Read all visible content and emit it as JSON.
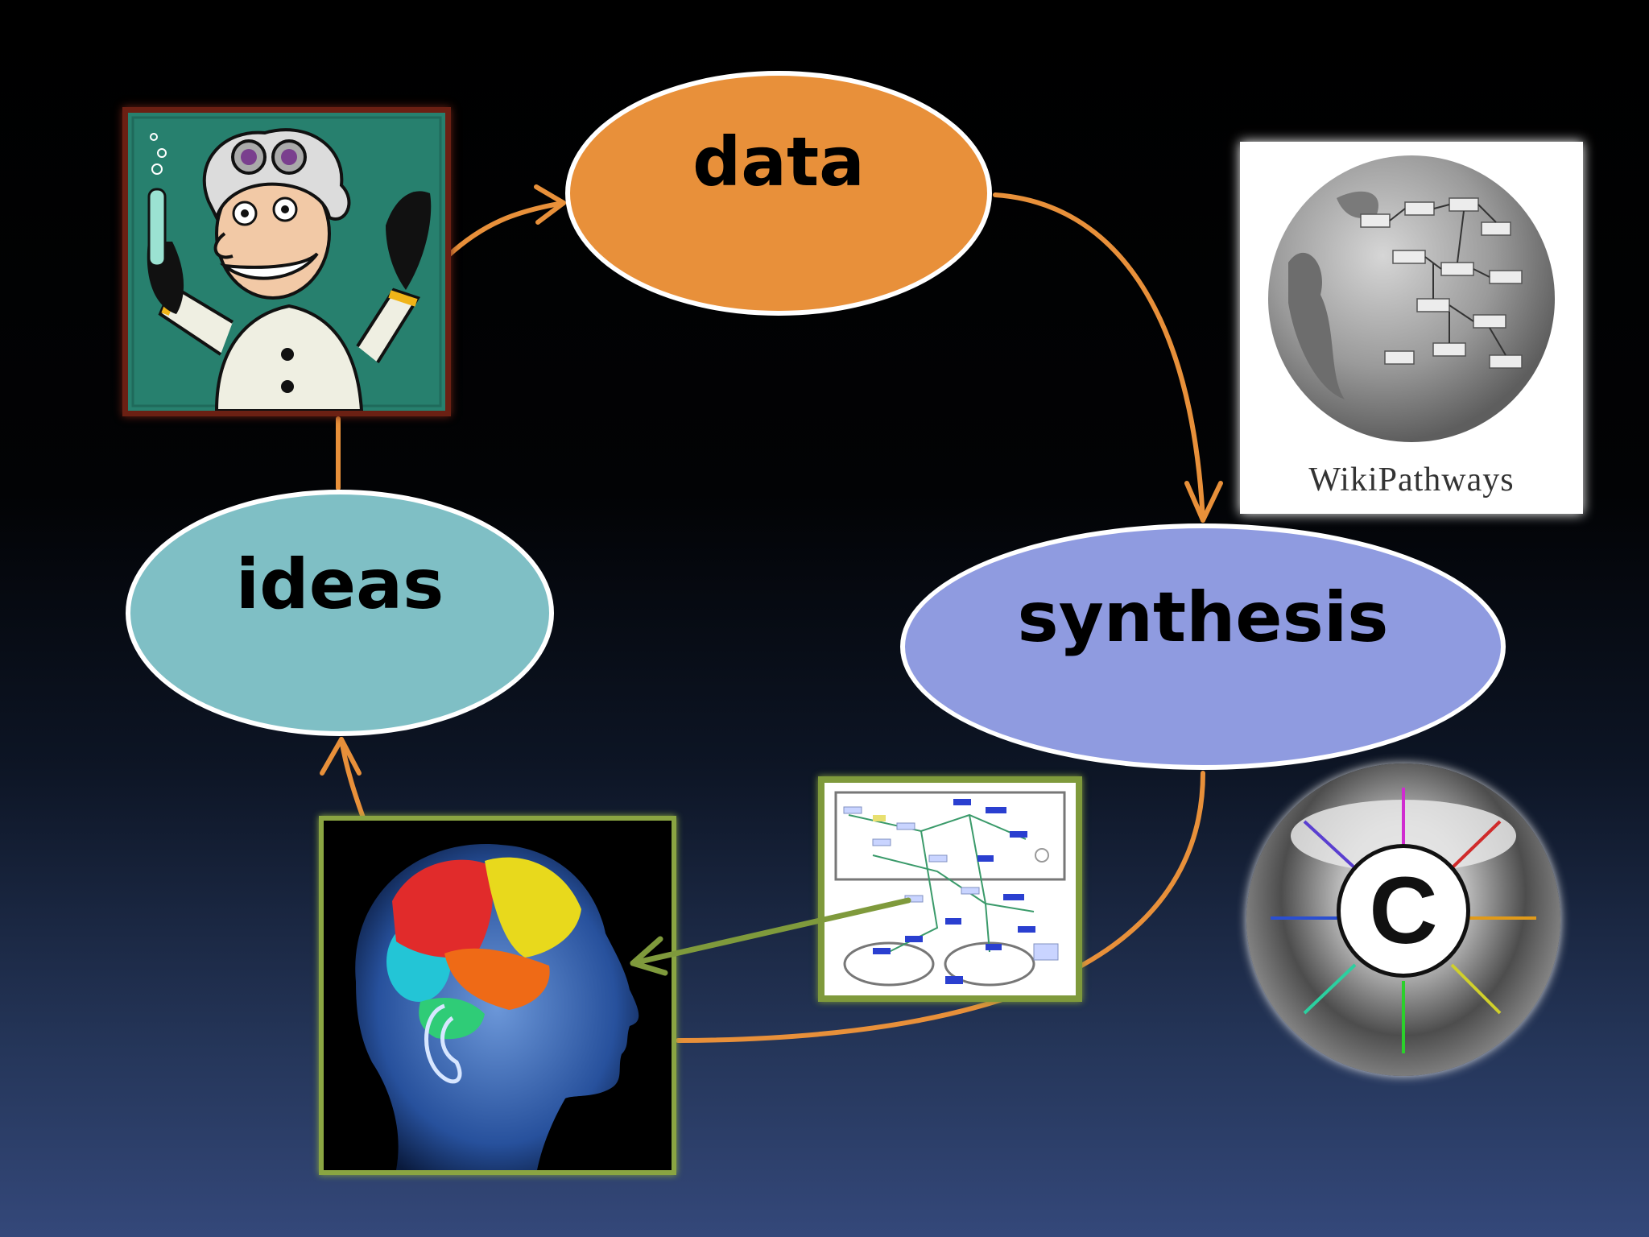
{
  "nodes": {
    "data": "data",
    "ideas": "ideas",
    "synthesis": "synthesis"
  },
  "logos": {
    "wikipathways": "WikiPathways",
    "cytoscape": "C"
  },
  "colors": {
    "data_node": "#e8903a",
    "ideas_node": "#7fbfc5",
    "synthesis_node": "#8f9be0",
    "cycle_arrow": "#e8903a",
    "green_arrow": "#7f9a3c"
  },
  "icons": [
    "mad-scientist-icon",
    "wikipathways-globe-icon",
    "brain-head-icon",
    "pathway-diagram-icon",
    "cytoscape-logo-icon"
  ]
}
